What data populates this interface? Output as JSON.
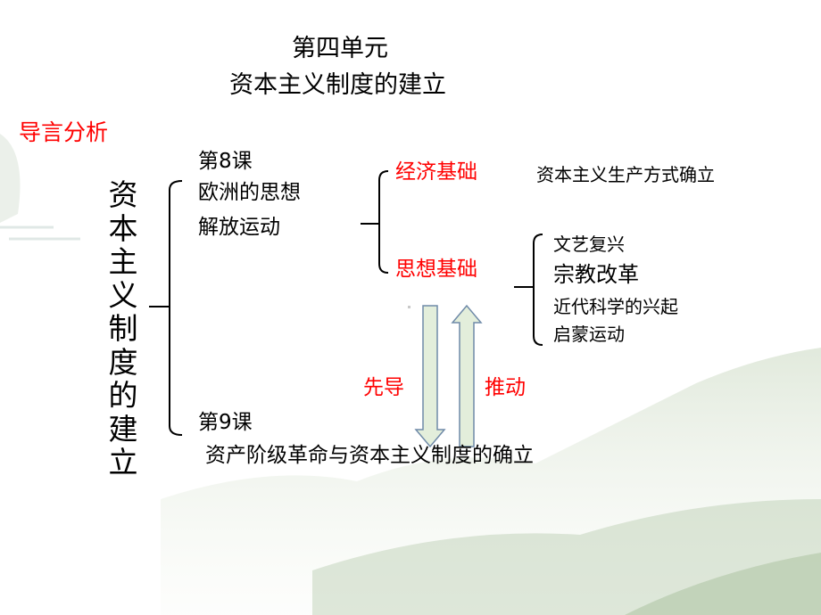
{
  "unit": {
    "title": "第四单元",
    "subtitle": "资本主义制度的建立"
  },
  "intro_label": "导言分析",
  "root_label_chars": [
    "资",
    "本",
    "主",
    "义",
    "制",
    "度",
    "的",
    "建",
    "立"
  ],
  "lesson8": {
    "title": "第8课",
    "name_line1": "欧洲的思想",
    "name_line2": "解放运动"
  },
  "economic": {
    "label": "经济基础",
    "description": "资本主义生产方式确立"
  },
  "ideological": {
    "label": "思想基础",
    "items": [
      "文艺复兴",
      "宗教改革",
      "近代科学的兴起",
      "启蒙运动"
    ]
  },
  "arrows": {
    "left_label": "先导",
    "right_label": "推动"
  },
  "lesson9": {
    "title": "第9课",
    "name": "资产阶级革命与资本主义制度的确立"
  },
  "colors": {
    "highlight": "#ff0000",
    "arrow_fill": "#e3eedb",
    "arrow_stroke": "#6f8aa8"
  }
}
